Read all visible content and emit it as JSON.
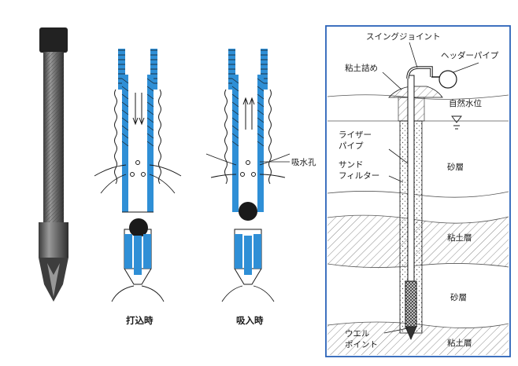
{
  "colors": {
    "pipe_blue": "#2f8fd6",
    "ink": "#1a1a1a",
    "frame": "#2a62b8",
    "hatch": "#8a8a8a"
  },
  "photo": {
    "icon": "well-point-photo"
  },
  "valve_diagrams": {
    "driving": {
      "caption": "打込時"
    },
    "suction": {
      "caption": "吸入時"
    },
    "hole_label": "吸水孔"
  },
  "section": {
    "swing_joint": "スイングジョイント",
    "header_pipe": "ヘッダーパイプ",
    "clay_seal": "粘土詰め",
    "water_level": "自然水位",
    "riser_1": "ライザー",
    "riser_2": "パイプ",
    "sand_1": "サンド",
    "sand_2": "フィルター",
    "sand_layer_upper": "砂層",
    "clay_layer_mid": "粘土層",
    "sand_layer_lower": "砂層",
    "clay_layer_bottom": "粘土層",
    "wellpoint_1": "ウエル",
    "wellpoint_2": "ポイント"
  }
}
